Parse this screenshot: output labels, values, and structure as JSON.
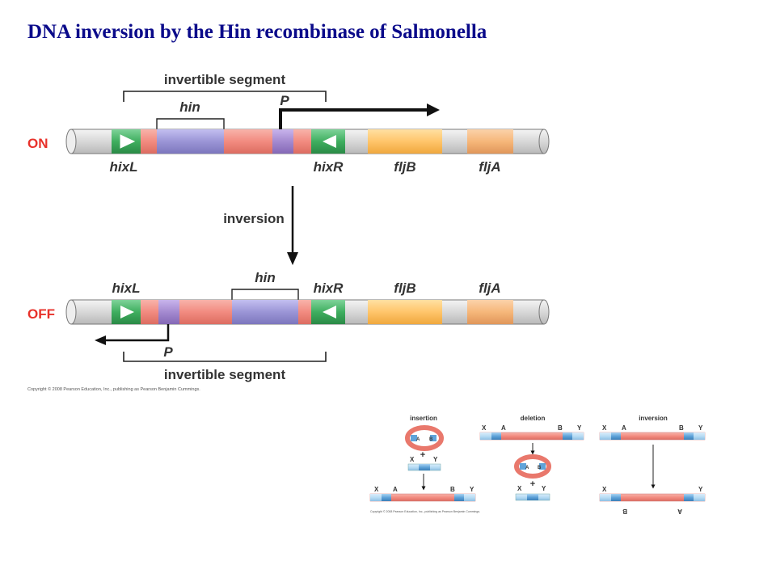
{
  "title": "DNA inversion by the Hin recombinase of Salmonella",
  "colors": {
    "title": "#0a0a8a",
    "state_label": "#e8312a",
    "hix": "#3fae5f",
    "hin": "#9b95d6",
    "segment": "#f28b80",
    "promoter": "#a48ad0",
    "fljB": "#ffc56a",
    "fljA": "#f6b77a",
    "chromosome": "#dcdcdc",
    "recombination_site_blue": "#5fa3d9"
  },
  "main": {
    "on": {
      "state": "ON",
      "bracket_label": "invertible segment",
      "hin": "hin",
      "promoter": "P",
      "hixL": "hixL",
      "hixR": "hixR",
      "fljB": "fljB",
      "fljA": "fljA"
    },
    "arrow_label": "inversion",
    "off": {
      "state": "OFF",
      "bracket_label": "invertible segment",
      "hin": "hin",
      "promoter": "P",
      "hixL": "hixL",
      "hixR": "hixR",
      "fljB": "fljB",
      "fljA": "fljA"
    },
    "copyright": "Copyright © 2008 Pearson Education, Inc., publishing as Pearson Benjamin Cummings."
  },
  "inset": {
    "insertion": {
      "title": "insertion",
      "a": "A",
      "b": "B",
      "x": "X",
      "y": "Y",
      "plus": "+"
    },
    "deletion": {
      "title": "deletion",
      "a": "A",
      "b": "B",
      "x": "X",
      "y": "Y",
      "plus": "+"
    },
    "inversion": {
      "title": "inversion",
      "a": "A",
      "b": "B",
      "x": "X",
      "y": "Y"
    },
    "copyright": "Copyright © 2008 Pearson Education, Inc., publishing as Pearson Benjamin Cummings."
  }
}
